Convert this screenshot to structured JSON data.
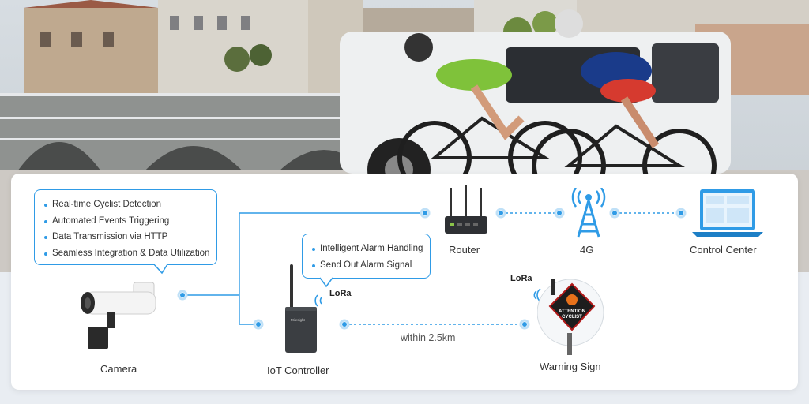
{
  "camera_features": [
    "Real-time Cyclist Detection",
    "Automated Events Triggering",
    "Data Transmission via HTTP",
    "Seamless Integration & Data Utilization"
  ],
  "controller_features": [
    "Intelligent Alarm Handling",
    "Send Out Alarm Signal"
  ],
  "nodes": {
    "camera": "Camera",
    "iot_controller": "IoT Controller",
    "router": "Router",
    "network": "4G",
    "control_center": "Control Center",
    "warning_sign": "Warning Sign"
  },
  "lora_label": "LoRa",
  "distance_label": "within 2.5km",
  "sign_text": {
    "line1": "ATTENTION",
    "line2": "CYCLIST"
  },
  "controller_brand": "Milesight",
  "colors": {
    "accent": "#2f9be6",
    "panel": "#ffffff",
    "text": "#333333"
  }
}
